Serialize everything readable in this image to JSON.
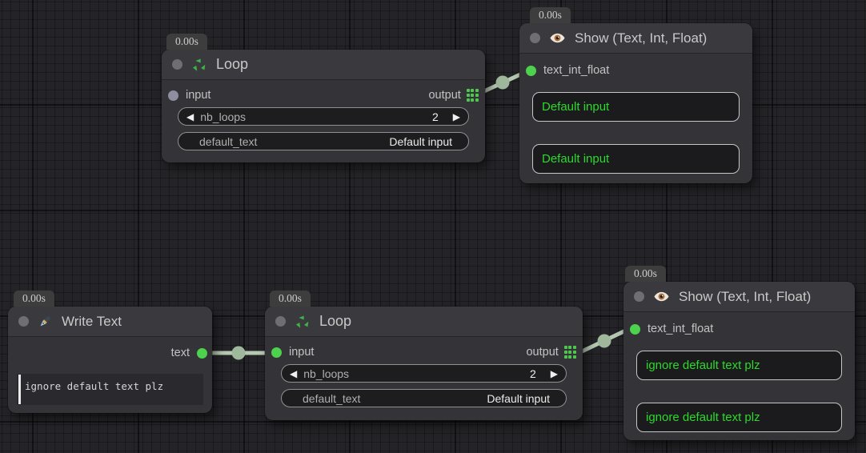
{
  "colors": {
    "canvas_bg": "#242428",
    "node_bg": "#343438",
    "node_header_bg": "#3a3a3e",
    "accent_green": "#4cd24c",
    "display_text_green": "#2bda2b",
    "wire": "#b6c8b1",
    "wire_junction": "#9fb89b",
    "unconnected_port": "#8f8da0"
  },
  "glyphs": {
    "stepper_left": "◀",
    "stepper_right": "▶"
  },
  "icons": {
    "loop": "recycle-icon",
    "show": "eye-icon",
    "write_text": "pen-icon",
    "output_connector": "grid-icon"
  },
  "loop_top": {
    "timer": "0.00s",
    "title": "Loop",
    "input_label": "input",
    "output_label": "output",
    "nb_loops_label": "nb_loops",
    "nb_loops_value": "2",
    "default_text_label": "default_text",
    "default_text_value": "Default input"
  },
  "show_top": {
    "timer": "0.00s",
    "title": "Show (Text, Int, Float)",
    "input_label": "text_int_float",
    "display_1": "Default input",
    "display_2": "Default input"
  },
  "write_text": {
    "timer": "0.00s",
    "title": "Write Text",
    "output_label": "text",
    "editor_text": "ignore default text plz"
  },
  "loop_bottom": {
    "timer": "0.00s",
    "title": "Loop",
    "input_label": "input",
    "output_label": "output",
    "nb_loops_label": "nb_loops",
    "nb_loops_value": "2",
    "default_text_label": "default_text",
    "default_text_value": "Default input"
  },
  "show_bottom": {
    "timer": "0.00s",
    "title": "Show (Text, Int, Float)",
    "input_label": "text_int_float",
    "display_1": "ignore default text plz",
    "display_2": "ignore default text plz"
  }
}
